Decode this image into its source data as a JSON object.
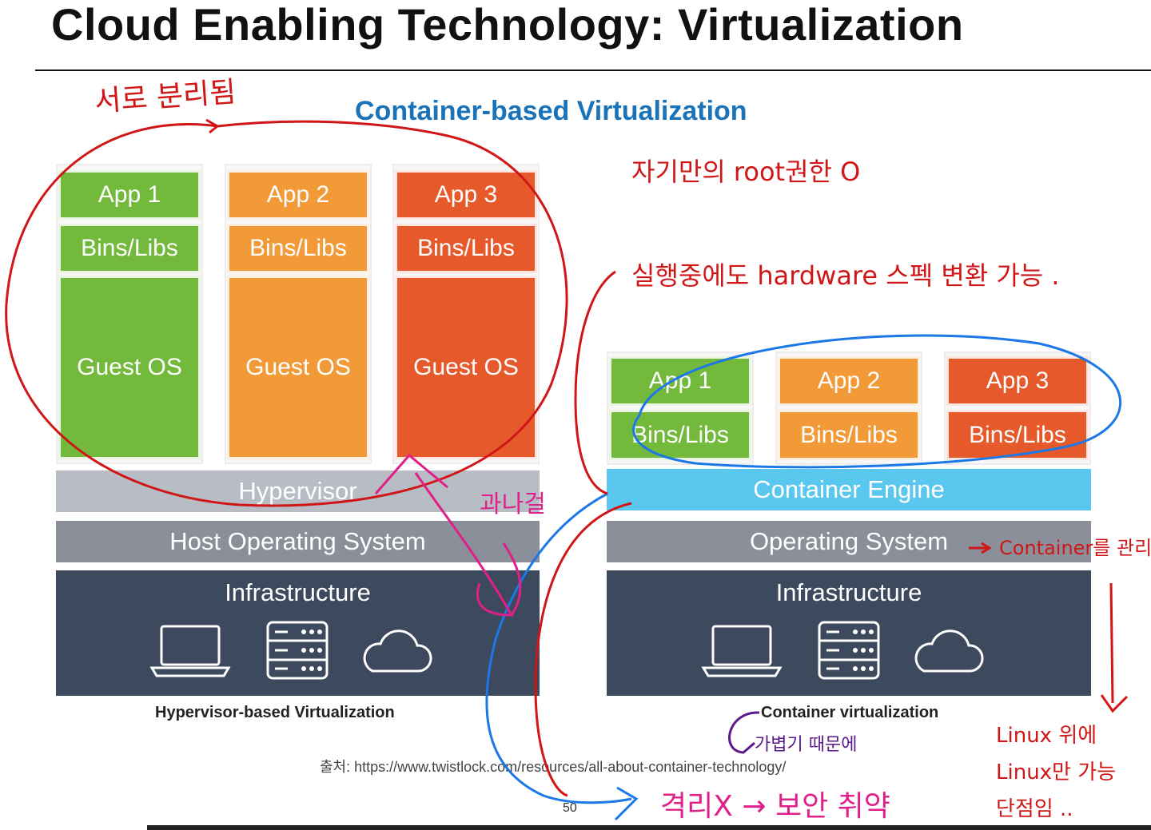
{
  "slide": {
    "title": "Cloud Enabling Technology: Virtualization",
    "subtitle": "Container-based Virtualization",
    "source": "출처: https://www.twistlock.com/resources/all-about-container-technology/",
    "page_number": "50"
  },
  "left_diagram": {
    "apps": [
      {
        "app": "App 1",
        "libs": "Bins/Libs",
        "os": "Guest OS"
      },
      {
        "app": "App 2",
        "libs": "Bins/Libs",
        "os": "Guest OS"
      },
      {
        "app": "App 3",
        "libs": "Bins/Libs",
        "os": "Guest OS"
      }
    ],
    "hypervisor": "Hypervisor",
    "host_os": "Host Operating System",
    "infrastructure": "Infrastructure",
    "caption": "Hypervisor-based Virtualization"
  },
  "right_diagram": {
    "apps": [
      {
        "app": "App 1",
        "libs": "Bins/Libs"
      },
      {
        "app": "App 2",
        "libs": "Bins/Libs"
      },
      {
        "app": "App 3",
        "libs": "Bins/Libs"
      }
    ],
    "engine": "Container Engine",
    "os": "Operating System",
    "infrastructure": "Infrastructure",
    "caption": "Container virtualization"
  },
  "infra_icons": [
    "laptop-icon",
    "server-icon",
    "cloud-icon"
  ],
  "annotations": {
    "top_left": "서로 분리됨",
    "top_right": "자기만의 root권한 O",
    "middle_right": "실행중에도 hardware 스펙 변환 가능 .",
    "layer_note": "과나걸",
    "os_note": "Container를 관리",
    "linux_note": "Linux 위에\nLinux만 가능\n단점임 ..",
    "caption_note": "가볍기 때문에",
    "bottom_note": "격리X → 보안 취약",
    "bottom_arrow": ">"
  },
  "colors": {
    "green": "#73b93c",
    "orange": "#f29a37",
    "red_orange": "#e6592a",
    "engine_cyan": "#5ac8ee",
    "infra_navy": "#3d495c",
    "subtitle_blue": "#1a73b8",
    "ink_red": "#d01616",
    "ink_blue": "#1b78e6",
    "ink_magenta": "#e0208a",
    "ink_purple": "#5a1a8c"
  }
}
